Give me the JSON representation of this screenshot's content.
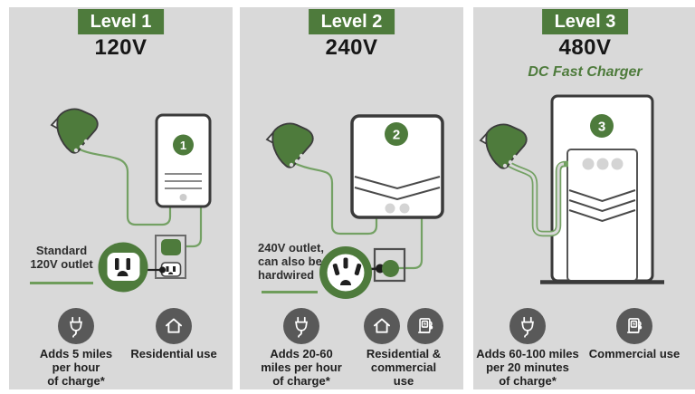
{
  "title": "EV charging levels infographic",
  "colors": {
    "accent_green": "#4e7b3c",
    "cable_green": "#74a164",
    "underline_green": "#6f9d5b",
    "panel_background": "#d9d9d9",
    "icon_circle_gray": "#595959",
    "outline_dark": "#3a3a3a"
  },
  "panels": [
    {
      "badge": "Level 1",
      "voltage": "120V",
      "marker": "1",
      "outlet_label": "Standard\n120V outlet",
      "stat_caption": "Adds 5 miles\nper hour\nof charge*",
      "use_caption": "Residential use",
      "icons": [
        "plug-icon",
        "home-icon"
      ]
    },
    {
      "badge": "Level 2",
      "voltage": "240V",
      "marker": "2",
      "outlet_label": "240V outlet,\ncan also be\nhardwired",
      "stat_caption": "Adds 20-60\nmiles per hour\nof charge*",
      "use_caption": "Residential &\ncommercial\nuse",
      "icons": [
        "plug-icon",
        "home-icon",
        "charging-station-icon"
      ]
    },
    {
      "badge": "Level 3",
      "voltage": "480V",
      "subtitle": "DC Fast Charger",
      "marker": "3",
      "stat_caption": "Adds 60-100 miles\nper 20 minutes\nof charge*",
      "use_caption": "Commercial use",
      "icons": [
        "plug-icon",
        "charging-station-icon"
      ]
    }
  ]
}
